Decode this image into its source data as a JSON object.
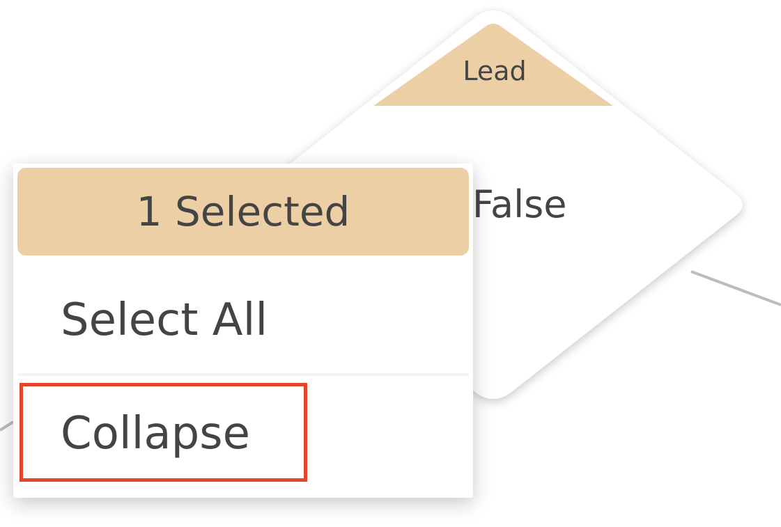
{
  "canvas": {
    "node": {
      "shape": "diamond",
      "tag": "Lead",
      "title_visible": "e/False",
      "tag_color": "#edcfa6"
    }
  },
  "context_menu": {
    "header": "1 Selected",
    "header_color": "#edcfa6",
    "items": [
      {
        "label": "Select All"
      },
      {
        "label": "Collapse",
        "highlighted": true
      }
    ]
  },
  "highlight": {
    "color": "#e2442c",
    "target": "Collapse"
  }
}
